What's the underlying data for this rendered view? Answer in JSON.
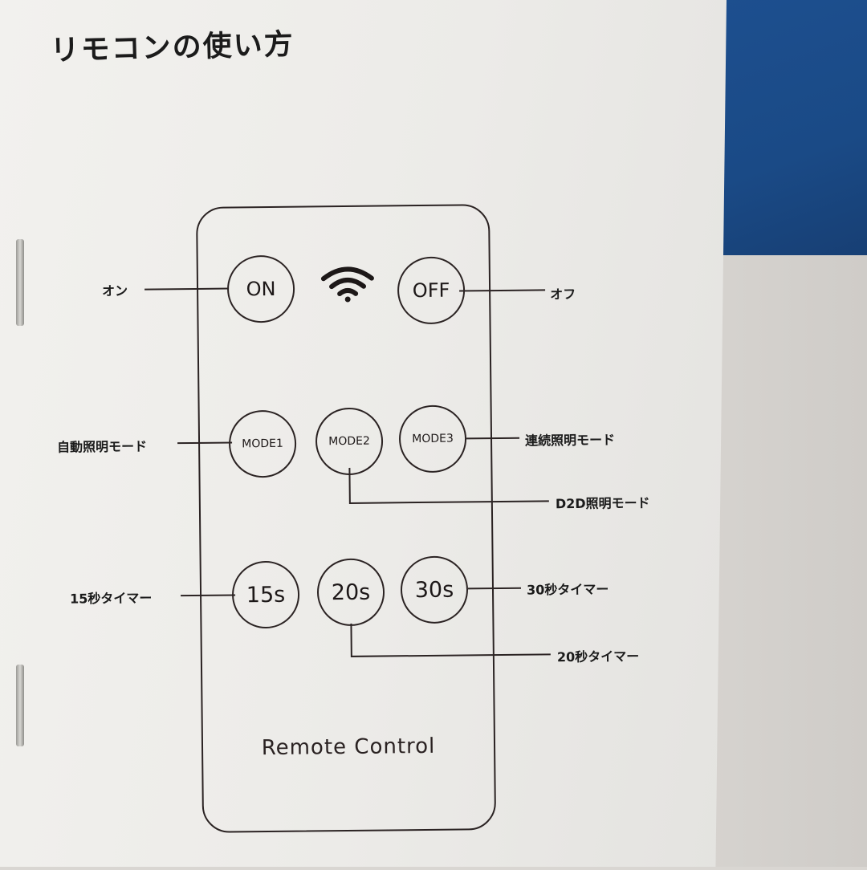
{
  "title": "リモコンの使い方",
  "remote": {
    "brand": "Remote Control",
    "buttons": {
      "on": "ON",
      "off": "OFF",
      "mode1": "MODE1",
      "mode2": "MODE2",
      "mode3": "MODE3",
      "t15": "15s",
      "t20": "20s",
      "t30": "30s"
    }
  },
  "labels": {
    "on": "オン",
    "off": "オフ",
    "mode1": "自動照明モード",
    "mode2": "D2D照明モード",
    "mode3": "連続照明モード",
    "t15": "15秒タイマー",
    "t20": "20秒タイマー",
    "t30": "30秒タイマー"
  },
  "icons": {
    "signal": "wifi-icon"
  },
  "colors": {
    "ink": "#2b2323",
    "cover": "#1d4f8f"
  }
}
